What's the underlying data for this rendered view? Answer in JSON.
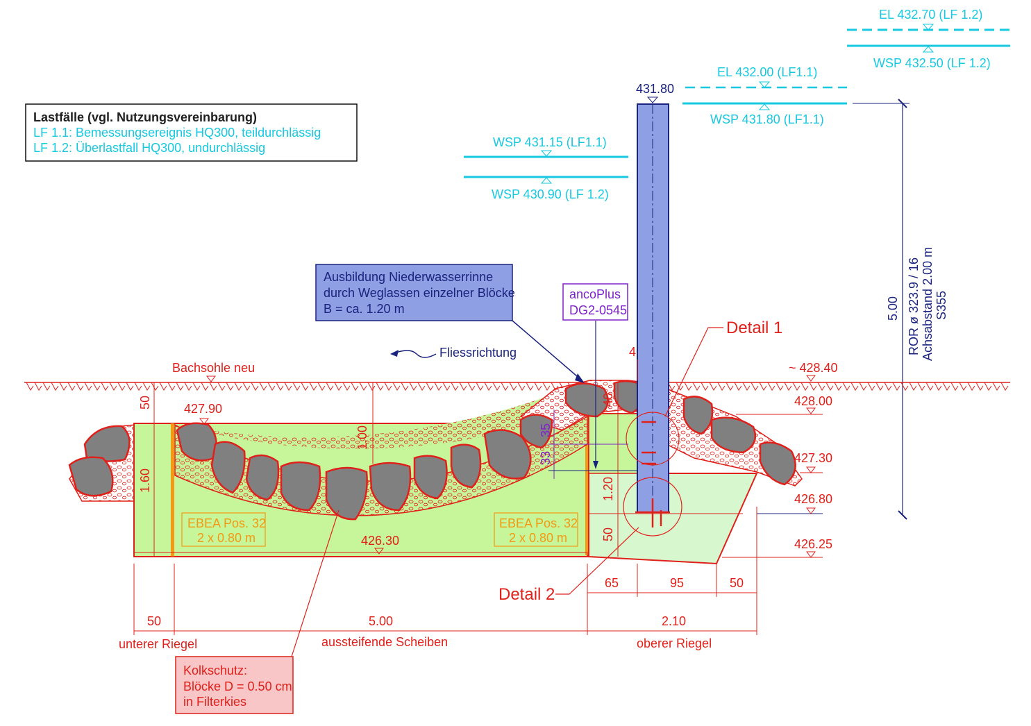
{
  "legend": {
    "title": "Lastfälle (vgl. Nutzungsvereinbarung)",
    "line1": "LF 1.1: Bemessungsereignis HQ300, teildurchlässig",
    "line2": "LF 1.2: Überlastfall HQ300, undurchlässig"
  },
  "water_levels": {
    "el_lf12": "EL 432.70 (LF 1.2)",
    "wsp_lf12_right": "WSP 432.50 (LF 1.2)",
    "el_lf11": "EL 432.00 (LF1.1)",
    "wsp_lf11_right": "WSP 431.80 (LF1.1)",
    "wsp_lf11_left": "WSP 431.15 (LF1.1)",
    "wsp_lf12_left": "WSP 430.90 (LF 1.2)"
  },
  "pile": {
    "top_level": "431.80",
    "height": "5.00",
    "spec1": "ROR ø 323.9 / 16",
    "spec2": "Achsabstand 2.00 m",
    "spec3": "S355"
  },
  "callouts": {
    "niederwasser1": "Ausbildung Niederwasserrinne",
    "niederwasser2": "durch Weglassen einzelner Blöcke",
    "niederwasser3": "B = ca. 1.20 m",
    "anco1": "ancoPlus",
    "anco2": "DG2-0545",
    "detail1": "Detail 1",
    "detail2": "Detail 2",
    "flow": "Fliessrichtung",
    "kolk1": "Kolkschutz:",
    "kolk2": "Blöcke D = 0.50 cm",
    "kolk3": "in Filterkies"
  },
  "levels": {
    "bachsohle": "Bachsohle neu",
    "l42840": "~ 428.40",
    "l42800": "428.00",
    "l42790": "427.90",
    "l42730": "427.30",
    "l42680": "426.80",
    "l42630": "426.30",
    "l42625": "426.25"
  },
  "ebea": {
    "left1": "EBEA Pos. 32",
    "left2": "2 x 0.80 m",
    "right1": "EBEA Pos. 32",
    "right2": "2 x 0.80 m"
  },
  "dims": {
    "d50_top": "50",
    "d160": "1.60",
    "d100": "1.00",
    "d35": "35",
    "d33": "33",
    "d40": "40",
    "d4": "4",
    "d120": "1.20",
    "d50_mid": "50",
    "d65": "65",
    "d95": "95",
    "d50_right": "50",
    "d50_left": "50",
    "d500": "5.00",
    "d210": "2.10"
  },
  "sections": {
    "unterer": "unterer Riegel",
    "scheiben": "aussteifende Scheiben",
    "oberer": "oberer Riegel"
  },
  "colors": {
    "green": "#c7f59a",
    "light_green": "#d7f7cf",
    "red": "#e0201a",
    "cyan": "#16c8e0",
    "navy": "#1a237e",
    "pile": "#8f9fe4",
    "block": "#808080"
  }
}
